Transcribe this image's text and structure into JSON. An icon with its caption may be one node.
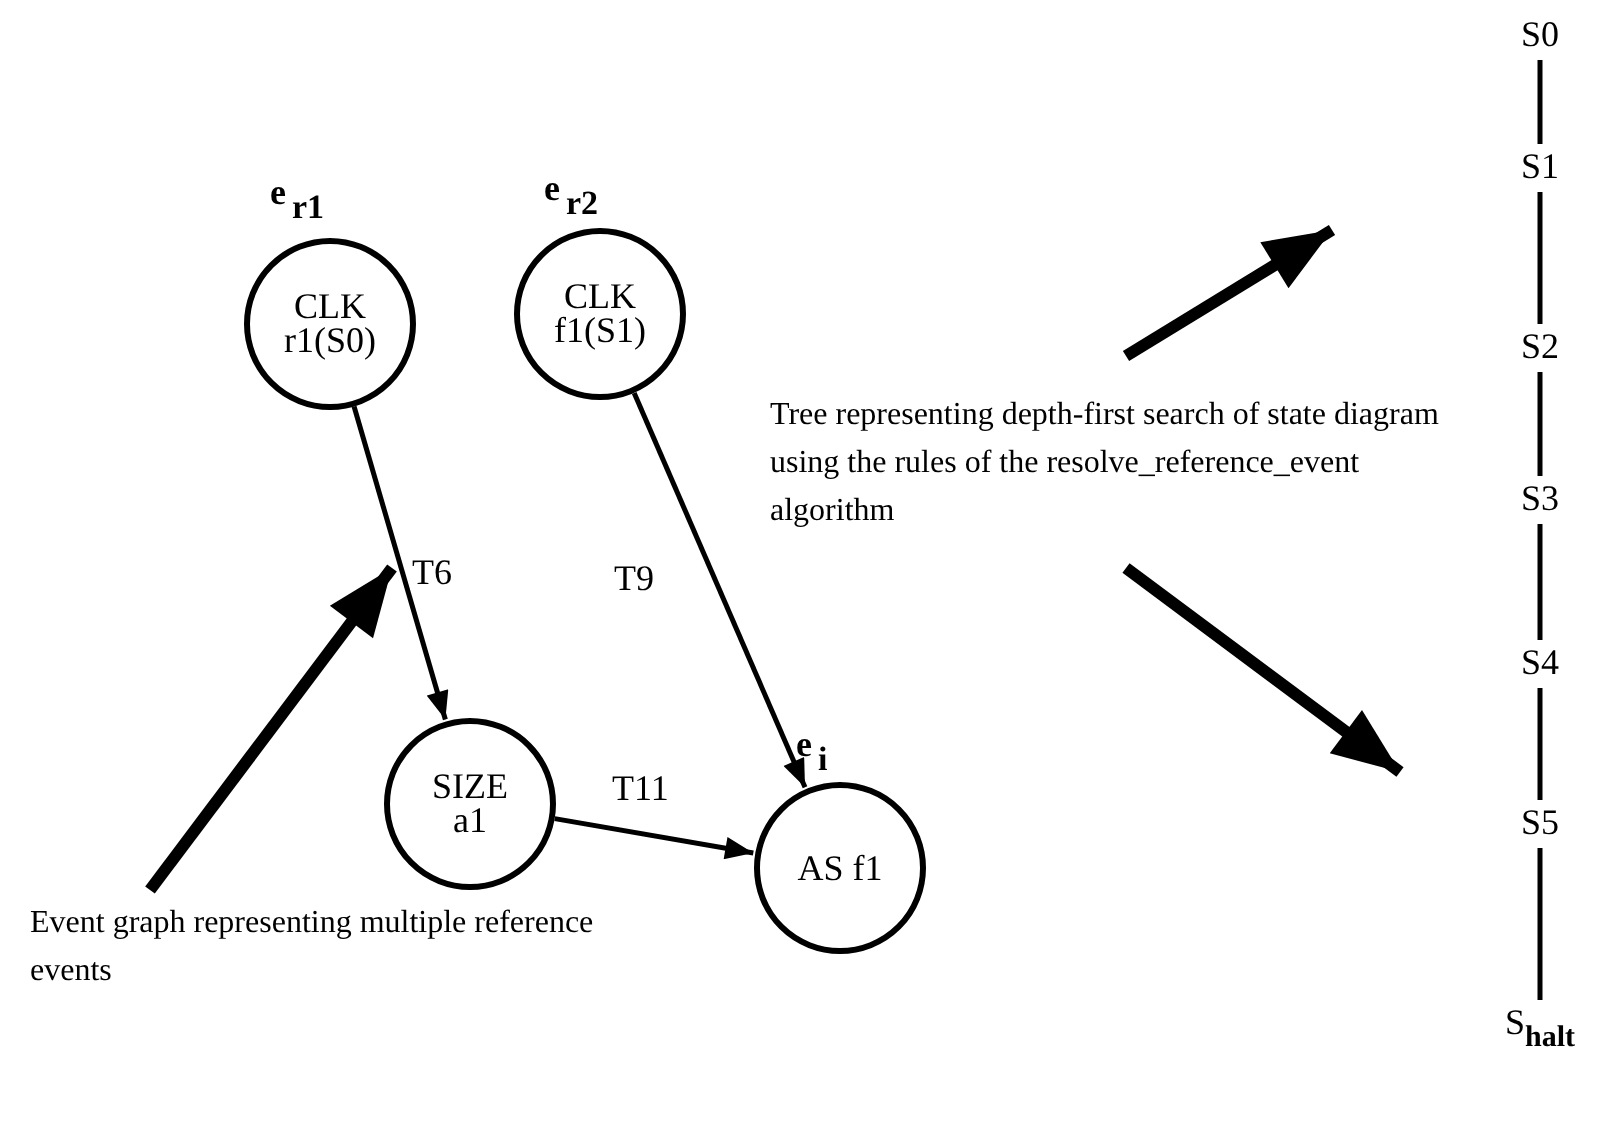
{
  "diagram": {
    "nodes": [
      {
        "text": [
          "CLK r1(S0)"
        ],
        "beside": [
          "e$_{r1}$"
        ]
      },
      {
        "text": [
          "CLK f1(S1)"
        ],
        "beside": [
          "e$_{r2}$"
        ]
      },
      {
        "text": [
          "SIZE a1"
        ]
      },
      {
        "text": [
          "AS f1"
        ],
        "beside": [
          "e$_{i}$"
        ]
      },
      {
        "text": [
          "Event graph representing multiple reference events"
        ]
      },
      {
        "text": [
          "Tree representing depth-first search of state diagram using the rules of the resolve_reference_event algorithm"
        ]
      },
      {
        "text": [
          "S0"
        ]
      },
      {
        "text": [
          "S1"
        ]
      },
      {
        "text": [
          "S2"
        ]
      },
      {
        "text": [
          "S3"
        ]
      },
      {
        "text": [
          "S4"
        ]
      },
      {
        "text": [
          "S5"
        ]
      },
      {
        "text": [
          "S$_{halt}$"
        ]
      }
    ],
    "edges": [
      {
        "from": 0,
        "to": 2,
        "arrow": "to",
        "label": "T6"
      },
      {
        "from": 1,
        "to": 3,
        "arrow": "to",
        "label": "T9"
      },
      {
        "from": 2,
        "to": 3,
        "arrow": "to",
        "label": "T11"
      },
      {
        "from": 4,
        "to": null,
        "arrow": "to",
        "style": "thick"
      },
      {
        "from": 5,
        "to": null,
        "arrow": "to",
        "style": "thick"
      },
      {
        "from": 5,
        "to": null,
        "arrow": "to",
        "style": "thick"
      },
      {
        "from": 6,
        "to": 7,
        "arrow": "none"
      },
      {
        "from": 7,
        "to": 8,
        "arrow": "none"
      },
      {
        "from": 8,
        "to": 9,
        "arrow": "none"
      },
      {
        "from": 9,
        "to": 10,
        "arrow": "none"
      },
      {
        "from": 10,
        "to": 11,
        "arrow": "none"
      },
      {
        "from": 11,
        "to": 12,
        "arrow": "none"
      }
    ]
  }
}
